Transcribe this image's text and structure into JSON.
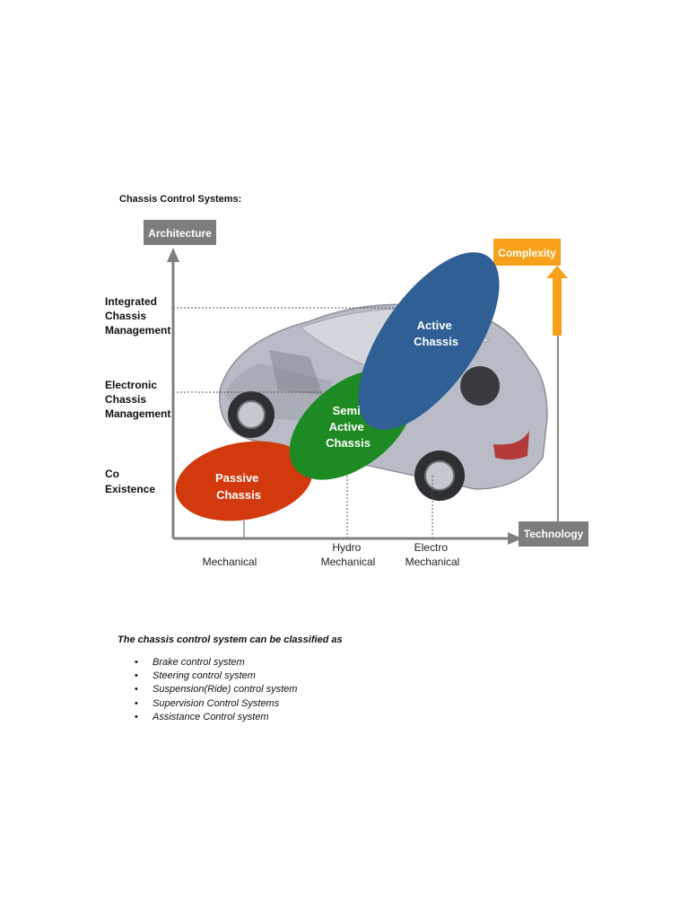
{
  "heading": "Chassis Control Systems:",
  "diagram": {
    "y_axis_title": "Architecture",
    "x_axis_title": "Technology",
    "complexity_label": "Complexity",
    "y_levels": [
      {
        "lines": [
          "Integrated",
          "Chassis",
          "Management"
        ]
      },
      {
        "lines": [
          "Electronic",
          "Chassis",
          "Management"
        ]
      },
      {
        "lines": [
          "Co",
          "Existence"
        ]
      }
    ],
    "x_levels": [
      {
        "lines": [
          "Mechanical"
        ]
      },
      {
        "lines": [
          "Hydro",
          "Mechanical"
        ]
      },
      {
        "lines": [
          "Electro",
          "Mechanical"
        ]
      }
    ],
    "stages": [
      {
        "lines": [
          "Passive",
          "Chassis"
        ],
        "color": "#d23a0e"
      },
      {
        "lines": [
          "Semi",
          "Active",
          "Chassis"
        ],
        "color": "#1e8a23"
      },
      {
        "lines": [
          "Active",
          "Chassis"
        ],
        "color": "#2f5f94"
      }
    ],
    "colors": {
      "axis": "#808080",
      "label_box": "#7d7d7d",
      "complexity": "#f7a11a"
    }
  },
  "intro": "The chassis control system can be classified as",
  "classification_items": [
    "Brake control system",
    "Steering control system",
    "Suspension(Ride) control system",
    "Supervision Control Systems",
    "Assistance Control system"
  ]
}
